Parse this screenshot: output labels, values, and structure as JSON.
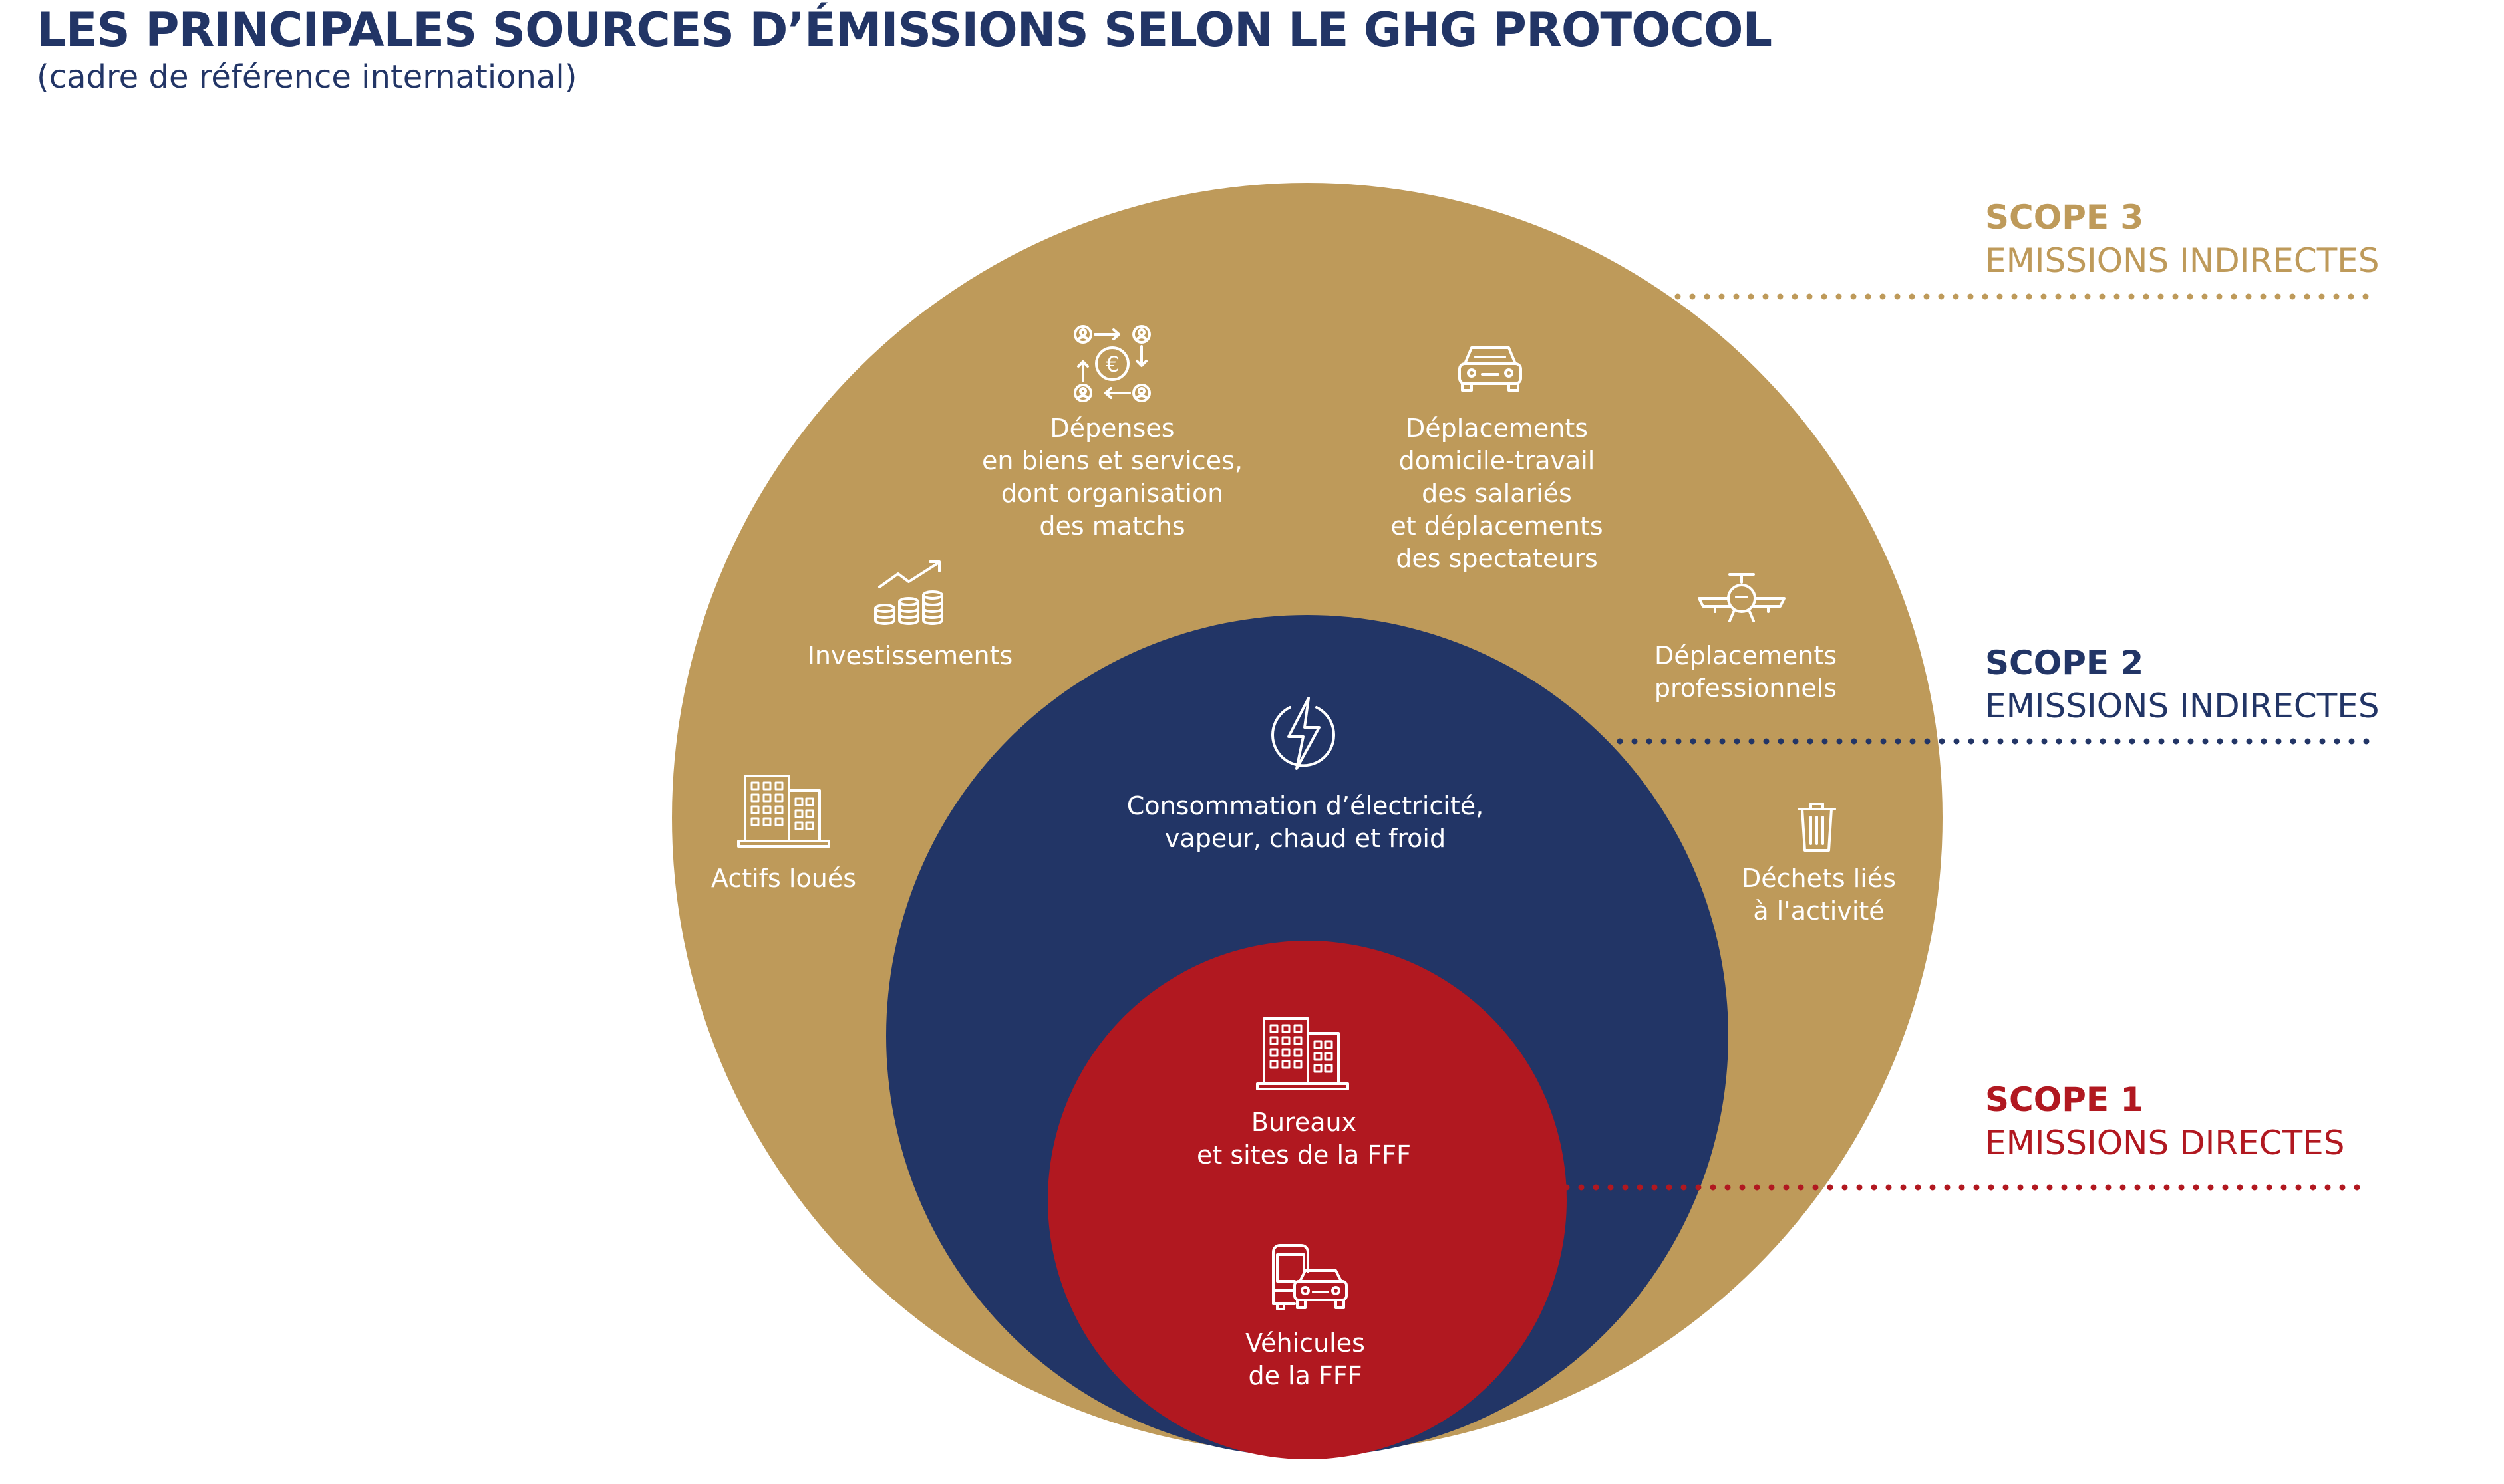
{
  "title": "LES PRINCIPALES SOURCES D’ÉMISSIONS SELON LE GHG PROTOCOL",
  "subtitle": "(cadre de référence international)",
  "colors": {
    "scope3": "#BE9A5A",
    "scope2": "#223566",
    "scope1": "#B11820",
    "text_on_circle": "#FFFFFF"
  },
  "scopes": [
    {
      "name": "SCOPE 3",
      "type": "EMISSIONS INDIRECTES"
    },
    {
      "name": "SCOPE 2",
      "type": "EMISSIONS INDIRECTES"
    },
    {
      "name": "SCOPE 1",
      "type": "EMISSIONS DIRECTES"
    }
  ],
  "scope3_items": [
    {
      "icon": "money-network-icon",
      "label": "Dépenses\nen biens et services,\ndont organisation\ndes matchs"
    },
    {
      "icon": "car-icon",
      "label": "Déplacements\ndomicile-travail\ndes salariés\net déplacements\ndes spectateurs"
    },
    {
      "icon": "growth-coins-icon",
      "label": "Investissements"
    },
    {
      "icon": "airplane-icon",
      "label": "Déplacements\nprofessionnels"
    },
    {
      "icon": "building-icon",
      "label": "Actifs loués"
    },
    {
      "icon": "trash-icon",
      "label": "Déchets liés\nà l'activité"
    }
  ],
  "scope2_items": [
    {
      "icon": "lightning-icon",
      "label": "Consommation d’électricité,\nvapeur, chaud et froid"
    }
  ],
  "scope1_items": [
    {
      "icon": "building-icon",
      "label": "Bureaux\net sites de la FFF"
    },
    {
      "icon": "vehicles-icon",
      "label": "Véhicules\nde la FFF"
    }
  ]
}
